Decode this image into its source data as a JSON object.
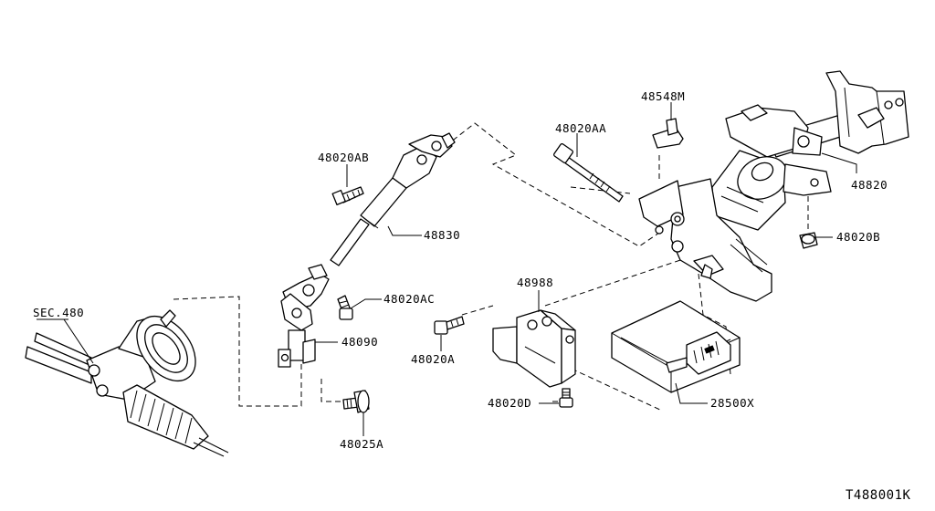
{
  "labels": {
    "sec480": "SEC.480",
    "p48020AB": "48020AB",
    "p48830": "48830",
    "p48020AA": "48020AA",
    "p48548M": "48548M",
    "p48820": "48820",
    "p48020B": "48020B",
    "p48020AC": "48020AC",
    "p48090": "48090",
    "p48988": "48988",
    "p48020A": "48020A",
    "p48020D": "48020D",
    "p28500X": "28500X",
    "p48025A": "48025A"
  },
  "diagram_code": "T488001K"
}
